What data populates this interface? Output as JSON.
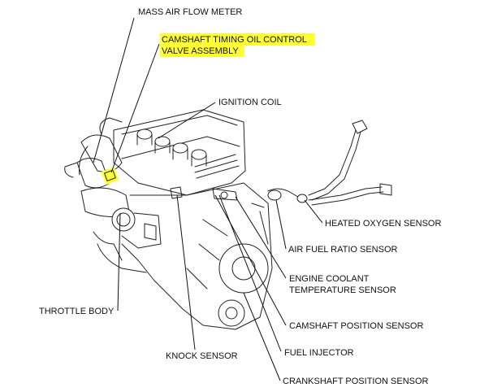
{
  "labels": {
    "maf": "MASS AIR FLOW METER",
    "cam_ocv_1": "CAMSHAFT TIMING OIL CONTROL",
    "cam_ocv_2": "VALVE ASSEMBLY",
    "ignition": "IGNITION COIL",
    "ho2": "HEATED OXYGEN SENSOR",
    "afr": "AIR FUEL RATIO SENSOR",
    "ect_1": "ENGINE COOLANT",
    "ect_2": "TEMPERATURE SENSOR",
    "throttle": "THROTTLE BODY",
    "cmp": "CAMSHAFT POSITION SENSOR",
    "knock": "KNOCK SENSOR",
    "injector": "FUEL INJECTOR",
    "ckp": "CRANKSHAFT POSITION SENSOR"
  },
  "colors": {
    "highlight": "#ffff33",
    "ink": "#111111"
  }
}
